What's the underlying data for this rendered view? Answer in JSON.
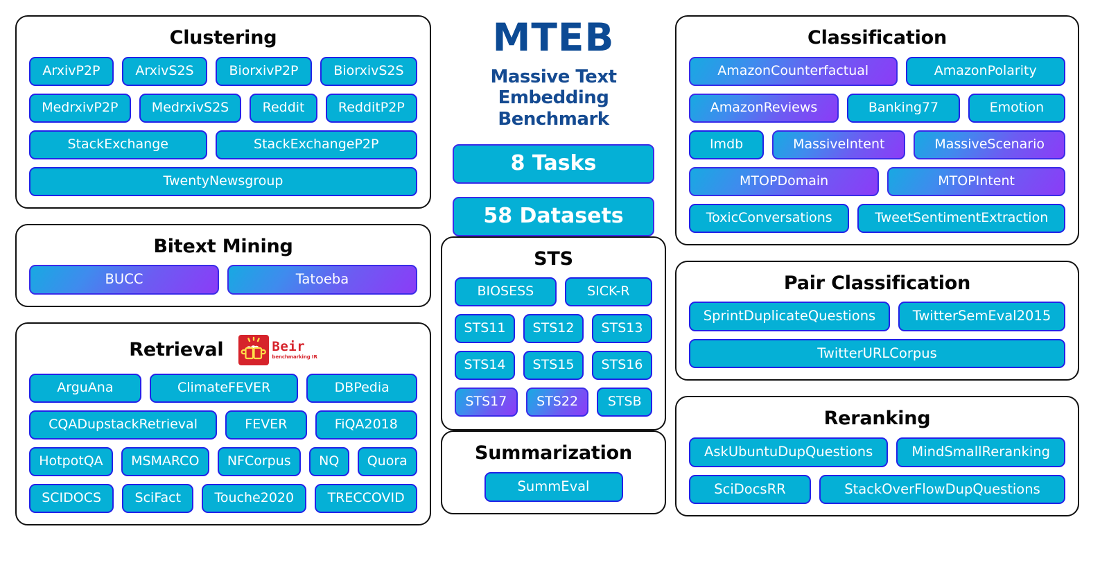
{
  "header": {
    "logo": "MTEB",
    "subtitle": "Massive Text\nEmbedding Benchmark",
    "stats": [
      {
        "label": "8 Tasks"
      },
      {
        "label": "58 Datasets"
      }
    ]
  },
  "colors": {
    "chip_solid": "#05B0D6",
    "chip_border": "#2222E8",
    "chip_gradient_start": "#18A9E2",
    "chip_gradient_end": "#8B3CF7",
    "panel_border": "#111111",
    "brand_navy": "#0C4A94",
    "beir_red": "#D6232B",
    "chip_text": "#FFFFFF"
  },
  "beir": {
    "name": "Beir",
    "tagline": "benchmarking IR",
    "icon": "beer-mugs-icon"
  },
  "panels": {
    "clustering": {
      "title": "Clustering",
      "rows": [
        [
          {
            "label": "ArxivP2P",
            "multilingual": false
          },
          {
            "label": "ArxivS2S",
            "multilingual": false
          },
          {
            "label": "BiorxivP2P",
            "multilingual": false
          },
          {
            "label": "BiorxivS2S",
            "multilingual": false
          }
        ],
        [
          {
            "label": "MedrxivP2P",
            "multilingual": false
          },
          {
            "label": "MedrxivS2S",
            "multilingual": false
          },
          {
            "label": "Reddit",
            "multilingual": false
          },
          {
            "label": "RedditP2P",
            "multilingual": false
          }
        ],
        [
          {
            "label": "StackExchange",
            "multilingual": false
          },
          {
            "label": "StackExchangeP2P",
            "multilingual": false
          }
        ],
        [
          {
            "label": "TwentyNewsgroup",
            "multilingual": false
          }
        ]
      ]
    },
    "bitext_mining": {
      "title": "Bitext Mining",
      "rows": [
        [
          {
            "label": "BUCC",
            "multilingual": true
          },
          {
            "label": "Tatoeba",
            "multilingual": true
          }
        ]
      ]
    },
    "retrieval": {
      "title": "Retrieval",
      "rows": [
        [
          {
            "label": "ArguAna",
            "multilingual": false
          },
          {
            "label": "ClimateFEVER",
            "multilingual": false
          },
          {
            "label": "DBPedia",
            "multilingual": false
          }
        ],
        [
          {
            "label": "CQADupstackRetrieval",
            "multilingual": false
          },
          {
            "label": "FEVER",
            "multilingual": false
          },
          {
            "label": "FiQA2018",
            "multilingual": false
          }
        ],
        [
          {
            "label": "HotpotQA",
            "multilingual": false
          },
          {
            "label": "MSMARCO",
            "multilingual": false
          },
          {
            "label": "NFCorpus",
            "multilingual": false
          },
          {
            "label": "NQ",
            "multilingual": false
          },
          {
            "label": "Quora",
            "multilingual": false
          }
        ],
        [
          {
            "label": "SCIDOCS",
            "multilingual": false
          },
          {
            "label": "SciFact",
            "multilingual": false
          },
          {
            "label": "Touche2020",
            "multilingual": false
          },
          {
            "label": "TRECCOVID",
            "multilingual": false
          }
        ]
      ]
    },
    "sts": {
      "title": "STS",
      "rows": [
        [
          {
            "label": "BIOSESS",
            "multilingual": false
          },
          {
            "label": "SICK-R",
            "multilingual": false
          }
        ],
        [
          {
            "label": "STS11",
            "multilingual": false
          },
          {
            "label": "STS12",
            "multilingual": false
          },
          {
            "label": "STS13",
            "multilingual": false
          }
        ],
        [
          {
            "label": "STS14",
            "multilingual": false
          },
          {
            "label": "STS15",
            "multilingual": false
          },
          {
            "label": "STS16",
            "multilingual": false
          }
        ],
        [
          {
            "label": "STS17",
            "multilingual": true
          },
          {
            "label": "STS22",
            "multilingual": true
          },
          {
            "label": "STSB",
            "multilingual": false
          }
        ]
      ]
    },
    "summarization": {
      "title": "Summarization",
      "rows": [
        [
          {
            "label": "SummEval",
            "multilingual": false
          }
        ]
      ]
    },
    "classification": {
      "title": "Classification",
      "rows": [
        [
          {
            "label": "AmazonCounterfactual",
            "multilingual": true
          },
          {
            "label": "AmazonPolarity",
            "multilingual": false
          }
        ],
        [
          {
            "label": "AmazonReviews",
            "multilingual": true
          },
          {
            "label": "Banking77",
            "multilingual": false
          },
          {
            "label": "Emotion",
            "multilingual": false
          }
        ],
        [
          {
            "label": "Imdb",
            "multilingual": false
          },
          {
            "label": "MassiveIntent",
            "multilingual": true
          },
          {
            "label": "MassiveScenario",
            "multilingual": true
          }
        ],
        [
          {
            "label": "MTOPDomain",
            "multilingual": true
          },
          {
            "label": "MTOPIntent",
            "multilingual": true
          }
        ],
        [
          {
            "label": "ToxicConversations",
            "multilingual": false
          },
          {
            "label": "TweetSentimentExtraction",
            "multilingual": false
          }
        ]
      ]
    },
    "pair_classification": {
      "title": "Pair Classification",
      "rows": [
        [
          {
            "label": "SprintDuplicateQuestions",
            "multilingual": false
          },
          {
            "label": "TwitterSemEval2015",
            "multilingual": false
          }
        ],
        [
          {
            "label": "TwitterURLCorpus",
            "multilingual": false
          }
        ]
      ]
    },
    "reranking": {
      "title": "Reranking",
      "rows": [
        [
          {
            "label": "AskUbuntuDupQuestions",
            "multilingual": false
          },
          {
            "label": "MindSmallReranking",
            "multilingual": false
          }
        ],
        [
          {
            "label": "SciDocsRR",
            "multilingual": false
          },
          {
            "label": "StackOverFlowDupQuestions",
            "multilingual": false
          }
        ]
      ]
    }
  }
}
